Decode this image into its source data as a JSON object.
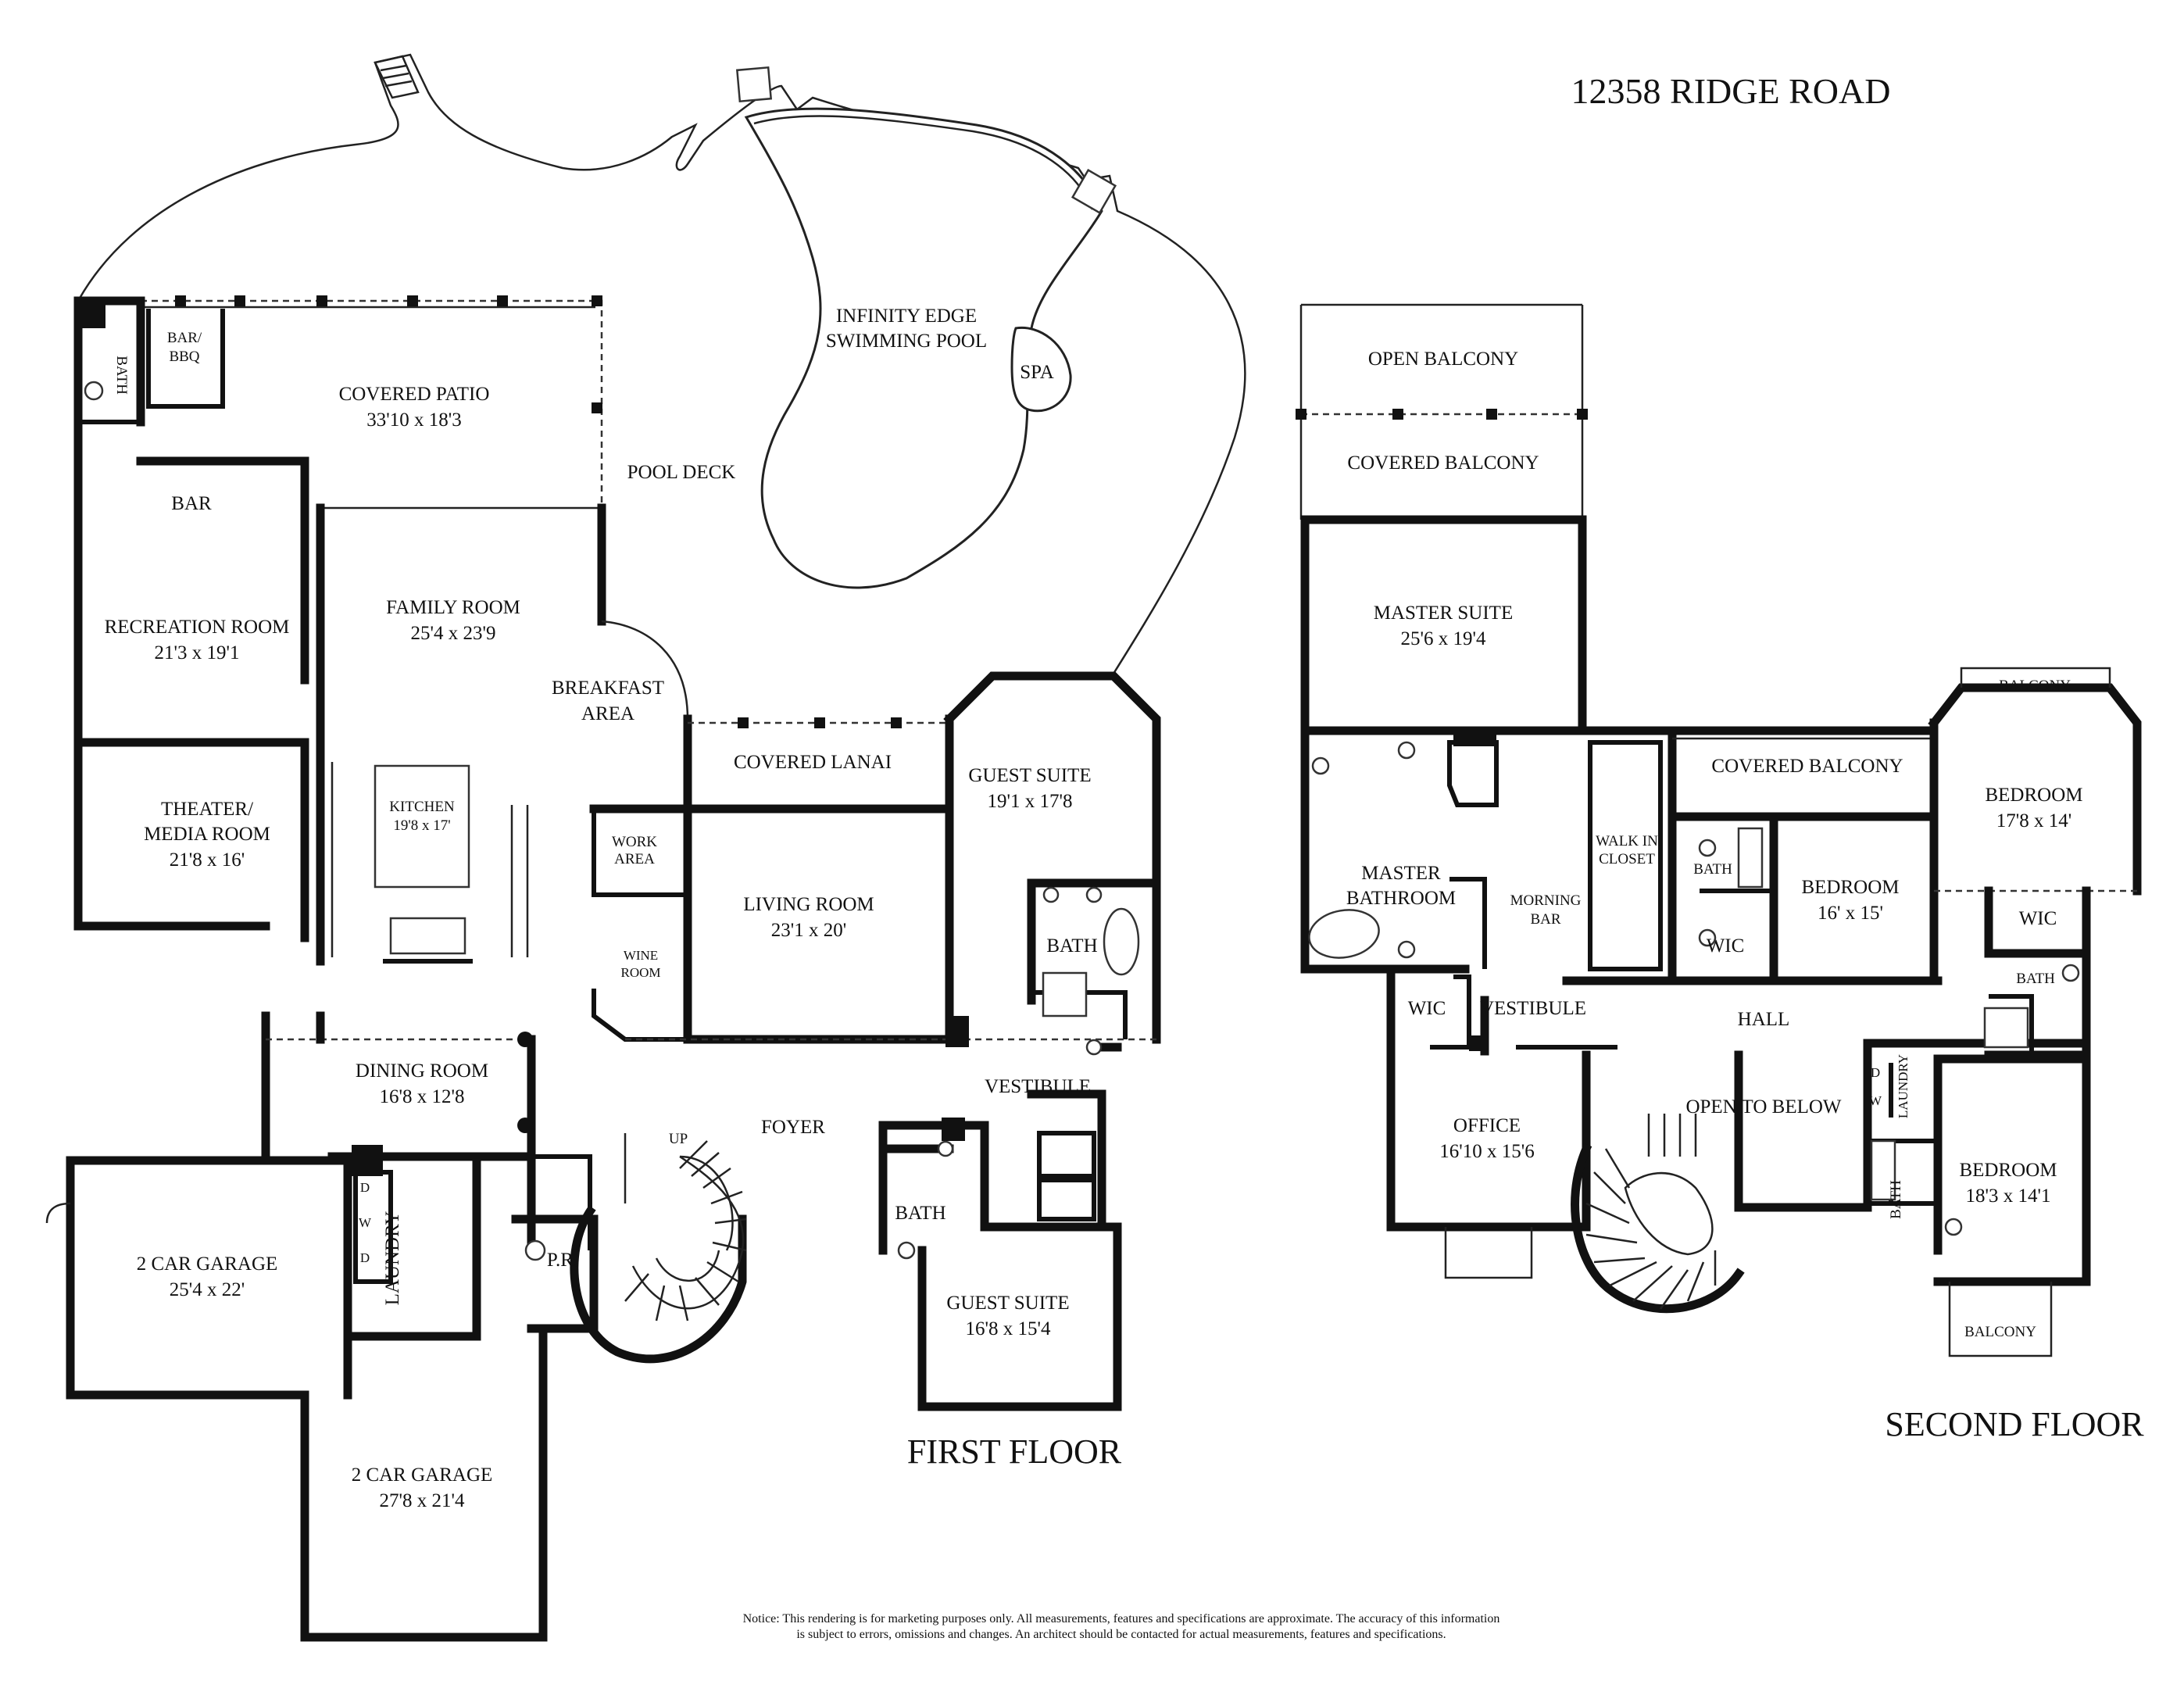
{
  "address": "12358 RIDGE ROAD",
  "first_floor": {
    "label": "FIRST FLOOR",
    "rooms": {
      "covered_patio": {
        "name": "COVERED PATIO",
        "dims": "33'10 x 18'3"
      },
      "pool": {
        "line1": "INFINITY EDGE",
        "line2": "SWIMMING POOL"
      },
      "spa": "SPA",
      "pool_deck": "POOL DECK",
      "bar_bbq": {
        "line1": "BAR/",
        "line2": "BBQ"
      },
      "bath_patio": "BATH",
      "bar": "BAR",
      "recreation_room": {
        "name": "RECREATION ROOM",
        "dims": "21'3 x 19'1"
      },
      "family_room": {
        "name": "FAMILY ROOM",
        "dims": "25'4 x 23'9"
      },
      "breakfast_area": {
        "line1": "BREAKFAST",
        "line2": "AREA"
      },
      "theater": {
        "line1": "THEATER/",
        "line2": "MEDIA ROOM",
        "dims": "21'8 x 16'"
      },
      "kitchen": {
        "name": "KITCHEN",
        "dims": "19'8 x 17'"
      },
      "work_area": {
        "line1": "WORK",
        "line2": "AREA"
      },
      "wine_room": {
        "line1": "WINE",
        "line2": "ROOM"
      },
      "covered_lanai": "COVERED LANAI",
      "living_room": {
        "name": "LIVING ROOM",
        "dims": "23'1 x 20'"
      },
      "guest_suite_1": {
        "name": "GUEST SUITE",
        "dims": "19'1 x 17'8"
      },
      "bath_guest_1": "BATH",
      "vestibule": "VESTIBULE",
      "dining_room": {
        "name": "DINING ROOM",
        "dims": "16'8 x 12'8"
      },
      "foyer": "FOYER",
      "up": "UP",
      "bath_guest_2": "BATH",
      "guest_suite_2": {
        "name": "GUEST SUITE",
        "dims": "16'8 x 15'4"
      },
      "pr": "P.R.",
      "laundry": "LAUNDRY",
      "washer_dryer": [
        "D",
        "W",
        "D"
      ],
      "garage_1": {
        "name": "2 CAR GARAGE",
        "dims": "25'4 x 22'"
      },
      "garage_2": {
        "name": "2 CAR GARAGE",
        "dims": "27'8 x 21'4"
      }
    }
  },
  "second_floor": {
    "label": "SECOND FLOOR",
    "rooms": {
      "open_balcony": "OPEN BALCONY",
      "covered_balcony_top": "COVERED BALCONY",
      "master_suite": {
        "name": "MASTER SUITE",
        "dims": "25'6 x 19'4"
      },
      "master_bathroom": {
        "line1": "MASTER",
        "line2": "BATHROOM"
      },
      "walk_in_closet": {
        "line1": "WALK IN",
        "line2": "CLOSET"
      },
      "morning_bar": {
        "line1": "MORNING",
        "line2": "BAR"
      },
      "wic_1": "WIC",
      "vestibule": "VESTIBULE",
      "office": {
        "name": "OFFICE",
        "dims": "16'10 x 15'6"
      },
      "covered_balcony_mid": "COVERED BALCONY",
      "bath_1": "BATH",
      "wic_2": "WIC",
      "bedroom_1": {
        "name": "BEDROOM",
        "dims": "16' x 15'"
      },
      "balcony_top_right": "BALCONY",
      "bedroom_2": {
        "name": "BEDROOM",
        "dims": "17'8 x 14'"
      },
      "wic_3": "WIC",
      "bath_2": "BATH",
      "hall": "HALL",
      "open_to_below": "OPEN TO BELOW",
      "laundry": "LAUNDRY",
      "washer_dryer": [
        "D",
        "W"
      ],
      "bath_3": "BATH",
      "bedroom_3": {
        "name": "BEDROOM",
        "dims": "18'3 x 14'1"
      },
      "balcony_bottom": "BALCONY"
    }
  },
  "notice": {
    "line1": "Notice: This rendering is for marketing purposes only. All measurements, features and specifications are approximate. The accuracy of this information",
    "line2": "is subject to errors, omissions and changes. An architect should be contacted for actual measurements, features and specifications."
  }
}
